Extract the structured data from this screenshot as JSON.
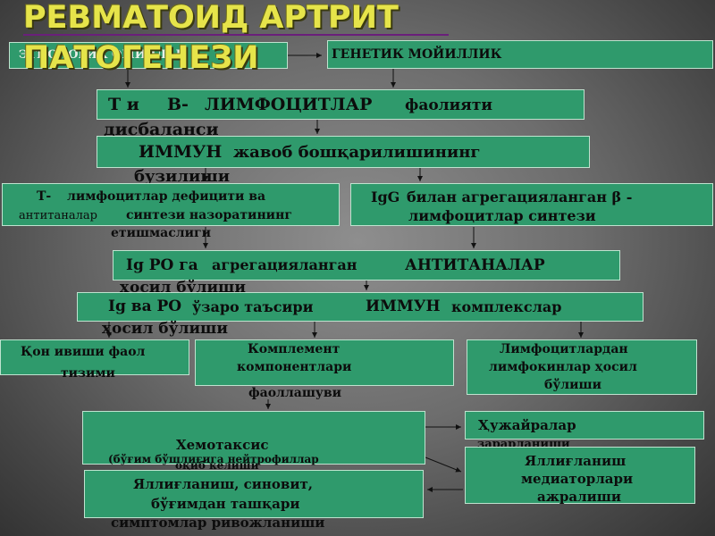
{
  "colors": {
    "box_fill": "#2f9a6c",
    "box_border": "#bfe3cf",
    "title": "#e6e44a",
    "background": "#6d6d6d"
  },
  "title": {
    "line1": "РЕВМАТОИД АРТРИТ",
    "line2": "ПАТОГЕНЕЗИ"
  },
  "boxes": {
    "etiology": "ЭТИОЛОГИК ОМИЛЛАР",
    "genetic": "ГЕНЕТИК МОЙИЛЛИК",
    "tb": {
      "a": "Т и",
      "b": "В-",
      "c": "ЛИМФОЦИТЛАР",
      "d": "фаолияти",
      "e": "дисбаланси"
    },
    "immune_reg": {
      "a": "ИММУН",
      "b": "жавоб бошқарилишининг",
      "c": "бузилиши"
    },
    "tdef": {
      "a": "Т-",
      "b": "лимфоцитлар дефицити ва",
      "c": "антитаналар",
      "d": "синтези назоратининг",
      "e": "етишмаслиги"
    },
    "igg": {
      "a": "IgG",
      "b": "билан агрегацияланган β -",
      "c": "лимфоцитлар синтези"
    },
    "igpo": {
      "a": "Ig РО га",
      "b": "агрегацияланган",
      "c": "АНТИТАНАЛАР",
      "d": "ҳосил бўлиши"
    },
    "igva": {
      "a": "Ig ва РО",
      "b": "ўзаро таъсири",
      "c": "ИММУН",
      "d": "комплекслар",
      "e": "ҳосил бўлиши"
    },
    "blood": {
      "a": "Қон ивиши фаол",
      "b": "тизими"
    },
    "complement": {
      "a": "Комплемент",
      "b": "компонентлари",
      "c": "фаоллашуви"
    },
    "lymphokines": {
      "a": "Лимфоцитлардан",
      "b": "лимфокинлар ҳосил",
      "c": "бўлиши"
    },
    "chemotaxis": {
      "a": "Хемотаксис",
      "b": "(бўғим бўшлиғига нейтрофиллар",
      "c": "оқиб келиши"
    },
    "cell_damage": {
      "a": "Ҳужайралар",
      "b": "зарарланиши"
    },
    "inflammation": {
      "a": "Яллиғланиш, синовит,",
      "b": "бўғимдан ташқари",
      "c": "симптомлар ривожланиши"
    },
    "mediators": {
      "a": "Яллиғланиш",
      "b": "медиаторлари",
      "c": "ажралиши"
    }
  }
}
